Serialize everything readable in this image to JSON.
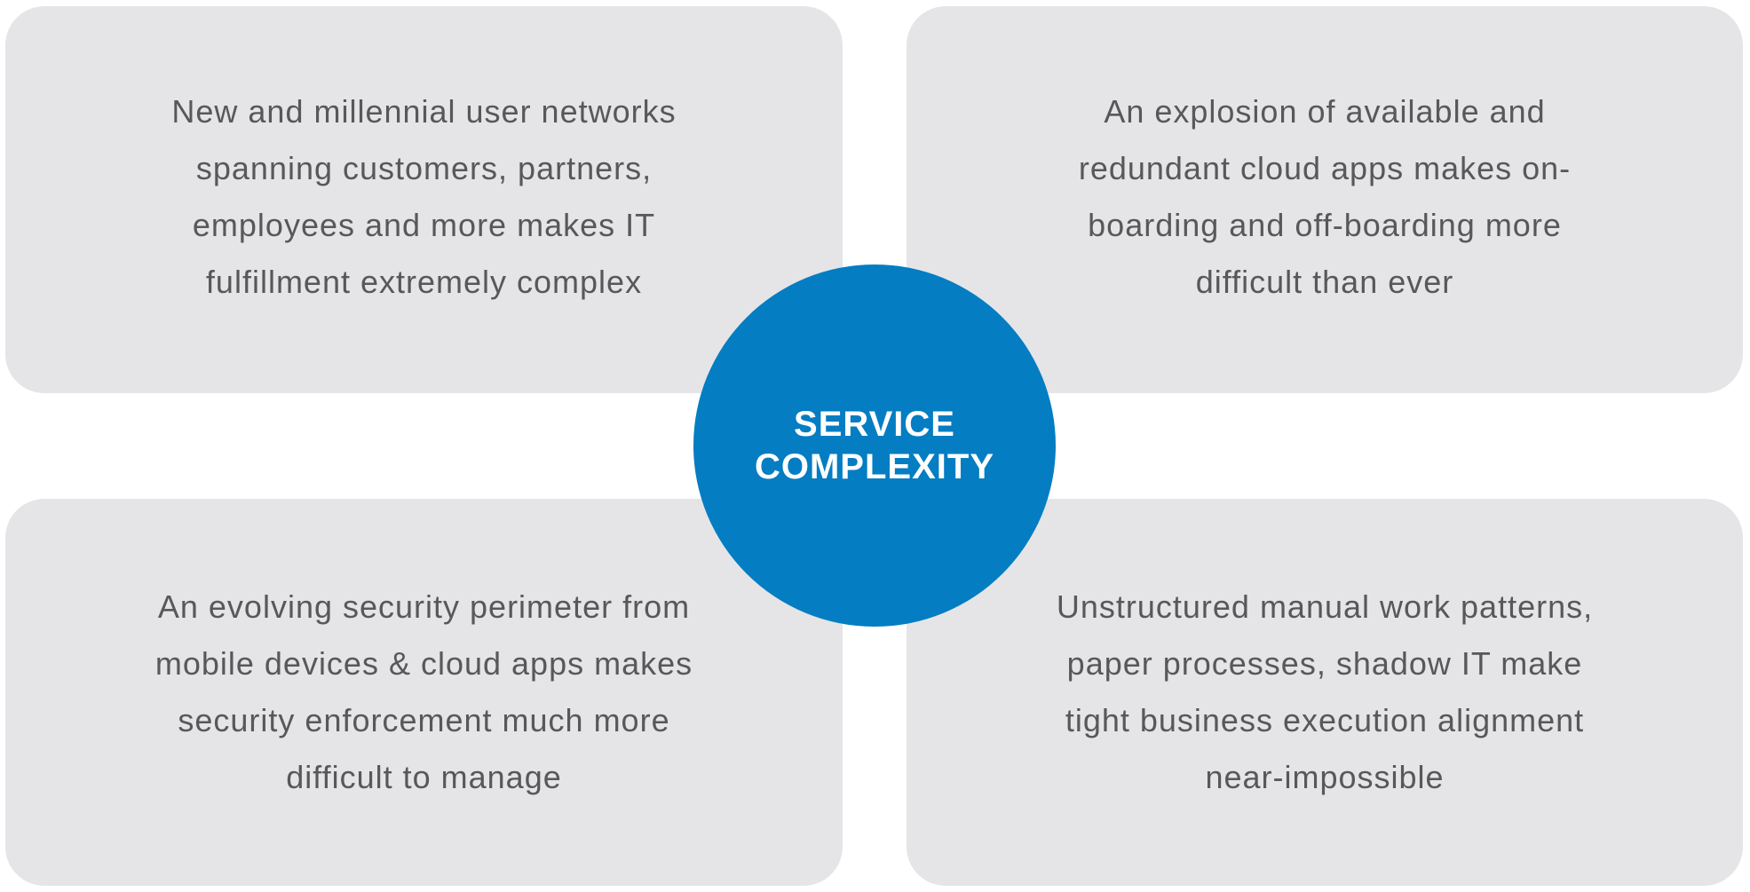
{
  "center": {
    "lines": [
      "SERVICE",
      "COMPLEXITY"
    ],
    "color": "#047dc2"
  },
  "cards": [
    {
      "position": "top-left",
      "lines": [
        "New and millennial user networks",
        "spanning customers, partners,",
        "employees and more makes IT",
        "fulfillment extremely complex"
      ]
    },
    {
      "position": "top-right",
      "lines": [
        "An explosion of available and",
        "redundant cloud apps makes on-",
        "boarding and off-boarding more",
        "difficult than ever"
      ]
    },
    {
      "position": "bottom-left",
      "lines": [
        "An evolving security perimeter from",
        "mobile devices & cloud apps makes",
        "security enforcement much more",
        "difficult to manage"
      ]
    },
    {
      "position": "bottom-right",
      "lines": [
        "Unstructured manual work patterns,",
        "paper processes, shadow IT make",
        "tight business execution alignment",
        "near-impossible"
      ]
    }
  ],
  "colors": {
    "card_background": "#e5e5e7",
    "card_text": "#58585b",
    "hub_text": "#ffffff"
  }
}
